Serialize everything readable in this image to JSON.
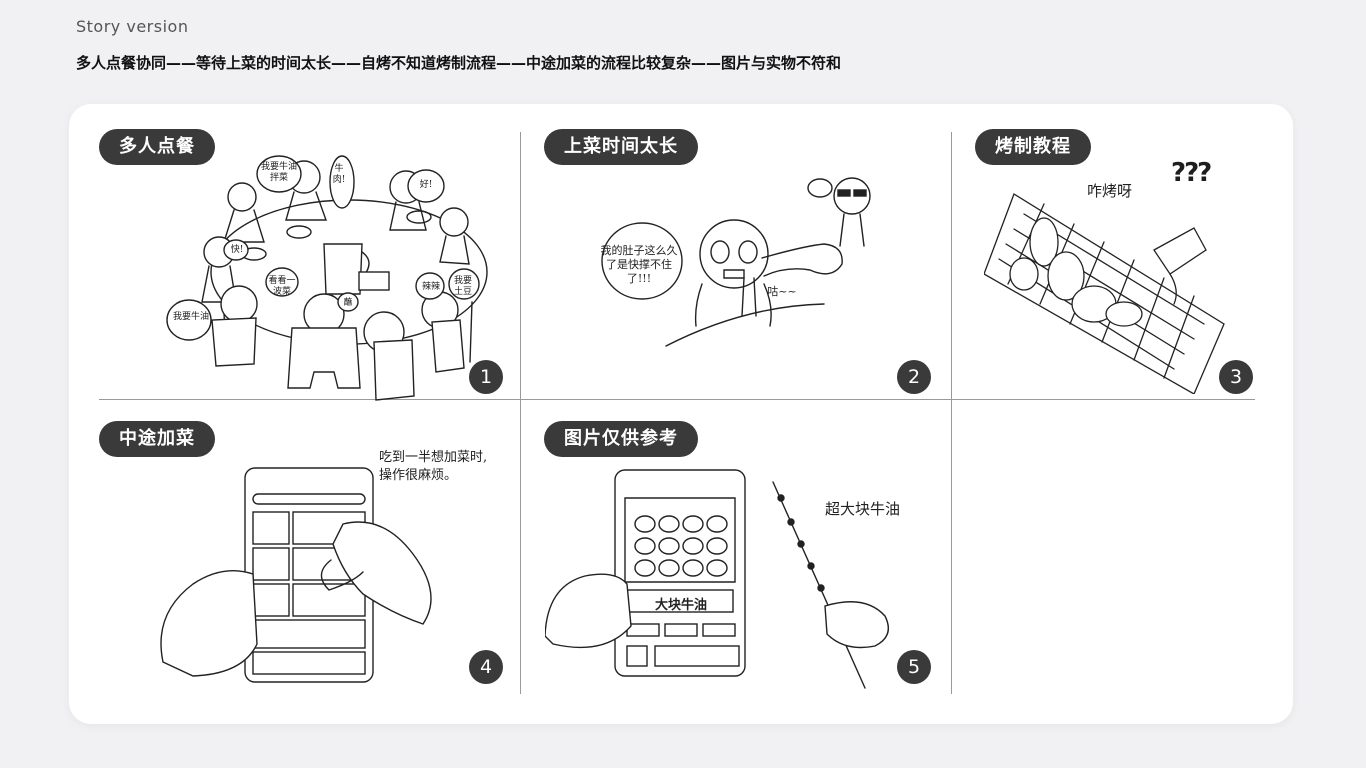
{
  "header": {
    "subtitle": "Story version",
    "headline": "多人点餐协同——等待上菜的时间太长——自烤不知道烤制流程——中途加菜的流程比较复杂——图片与实物不符和"
  },
  "panels": [
    {
      "label": "多人点餐",
      "number": "1",
      "bubbles": [
        "我要牛油拌菜",
        "快!",
        "我要牛油",
        "牛肉!",
        "看看一波菜",
        "辣辣",
        "我要土豆",
        "好!",
        "蘸"
      ]
    },
    {
      "label": "上菜时间太长",
      "number": "2",
      "bubbles": [
        "我的肚子这么久了是快撑不住了!!!",
        "咕~~"
      ]
    },
    {
      "label": "烤制教程",
      "number": "3",
      "notes": [
        "咋烤呀",
        "???"
      ]
    },
    {
      "label": "中途加菜",
      "number": "4",
      "notes": [
        "吃到一半想加菜时,",
        "操作很麻烦。"
      ]
    },
    {
      "label": "图片仅供参考",
      "number": "5",
      "notes": [
        "超大块牛油",
        "大块牛油"
      ]
    }
  ],
  "colors": {
    "page_bg": "#f1f1f4",
    "board_bg": "#ffffff",
    "pill_bg": "#3a3a3a",
    "pill_text": "#ffffff",
    "grid_line": "#9a9a9a"
  }
}
